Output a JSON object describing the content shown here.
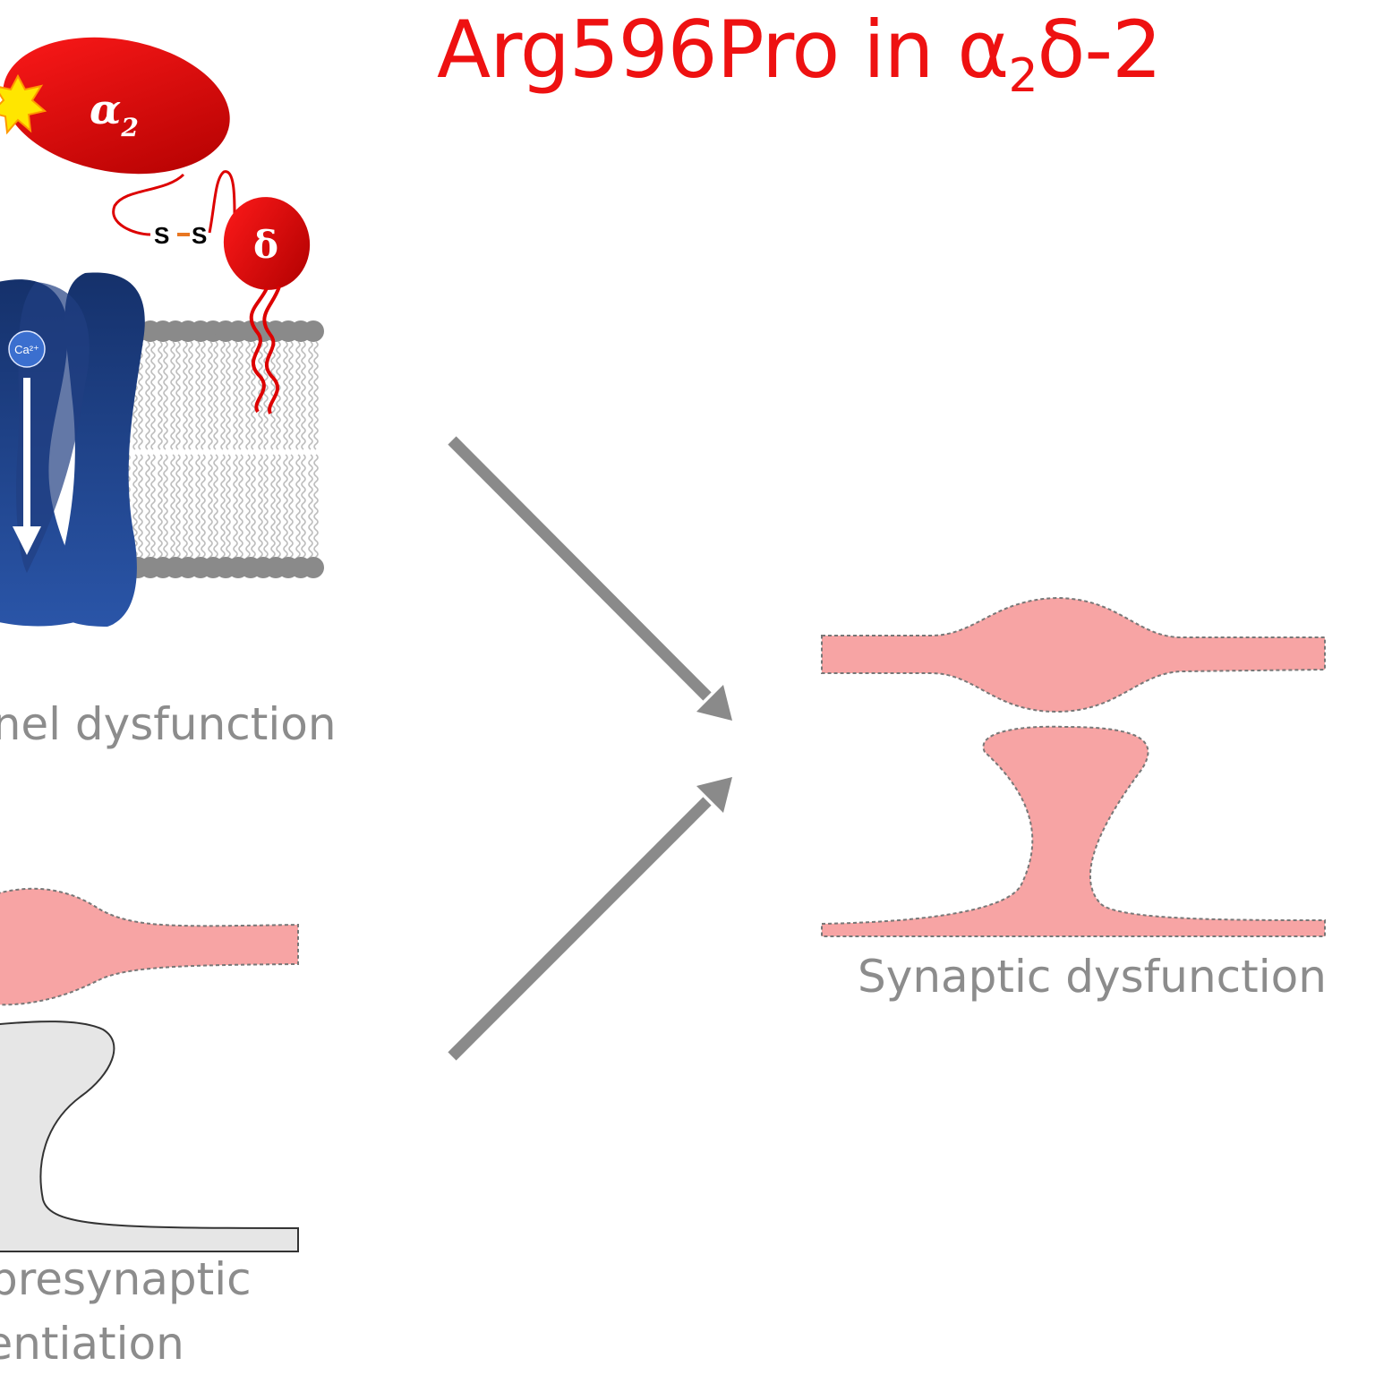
{
  "title": {
    "prefix": "Arg596Pro in α",
    "sub": "2",
    "suffix": "δ-2"
  },
  "protein_labels": {
    "alpha": "α",
    "alpha_sub": "2",
    "delta": "δ",
    "disulfide_left": "S",
    "disulfide_right": "S",
    "ion": "Ca²⁺"
  },
  "labels": {
    "channel": "nnel dysfunction",
    "synaptic": "Synaptic dysfunction",
    "presyn_line1": "presynaptic",
    "presyn_line2": "rentiation"
  },
  "colors": {
    "title": "#ee1111",
    "alpha_delta": "#dd0000",
    "channel": "#1f4a96",
    "membrane_head": "#8a8a8a",
    "synapse": "#f7a4a4",
    "arrow": "#8a8a8a",
    "label": "#8c8c8c"
  }
}
